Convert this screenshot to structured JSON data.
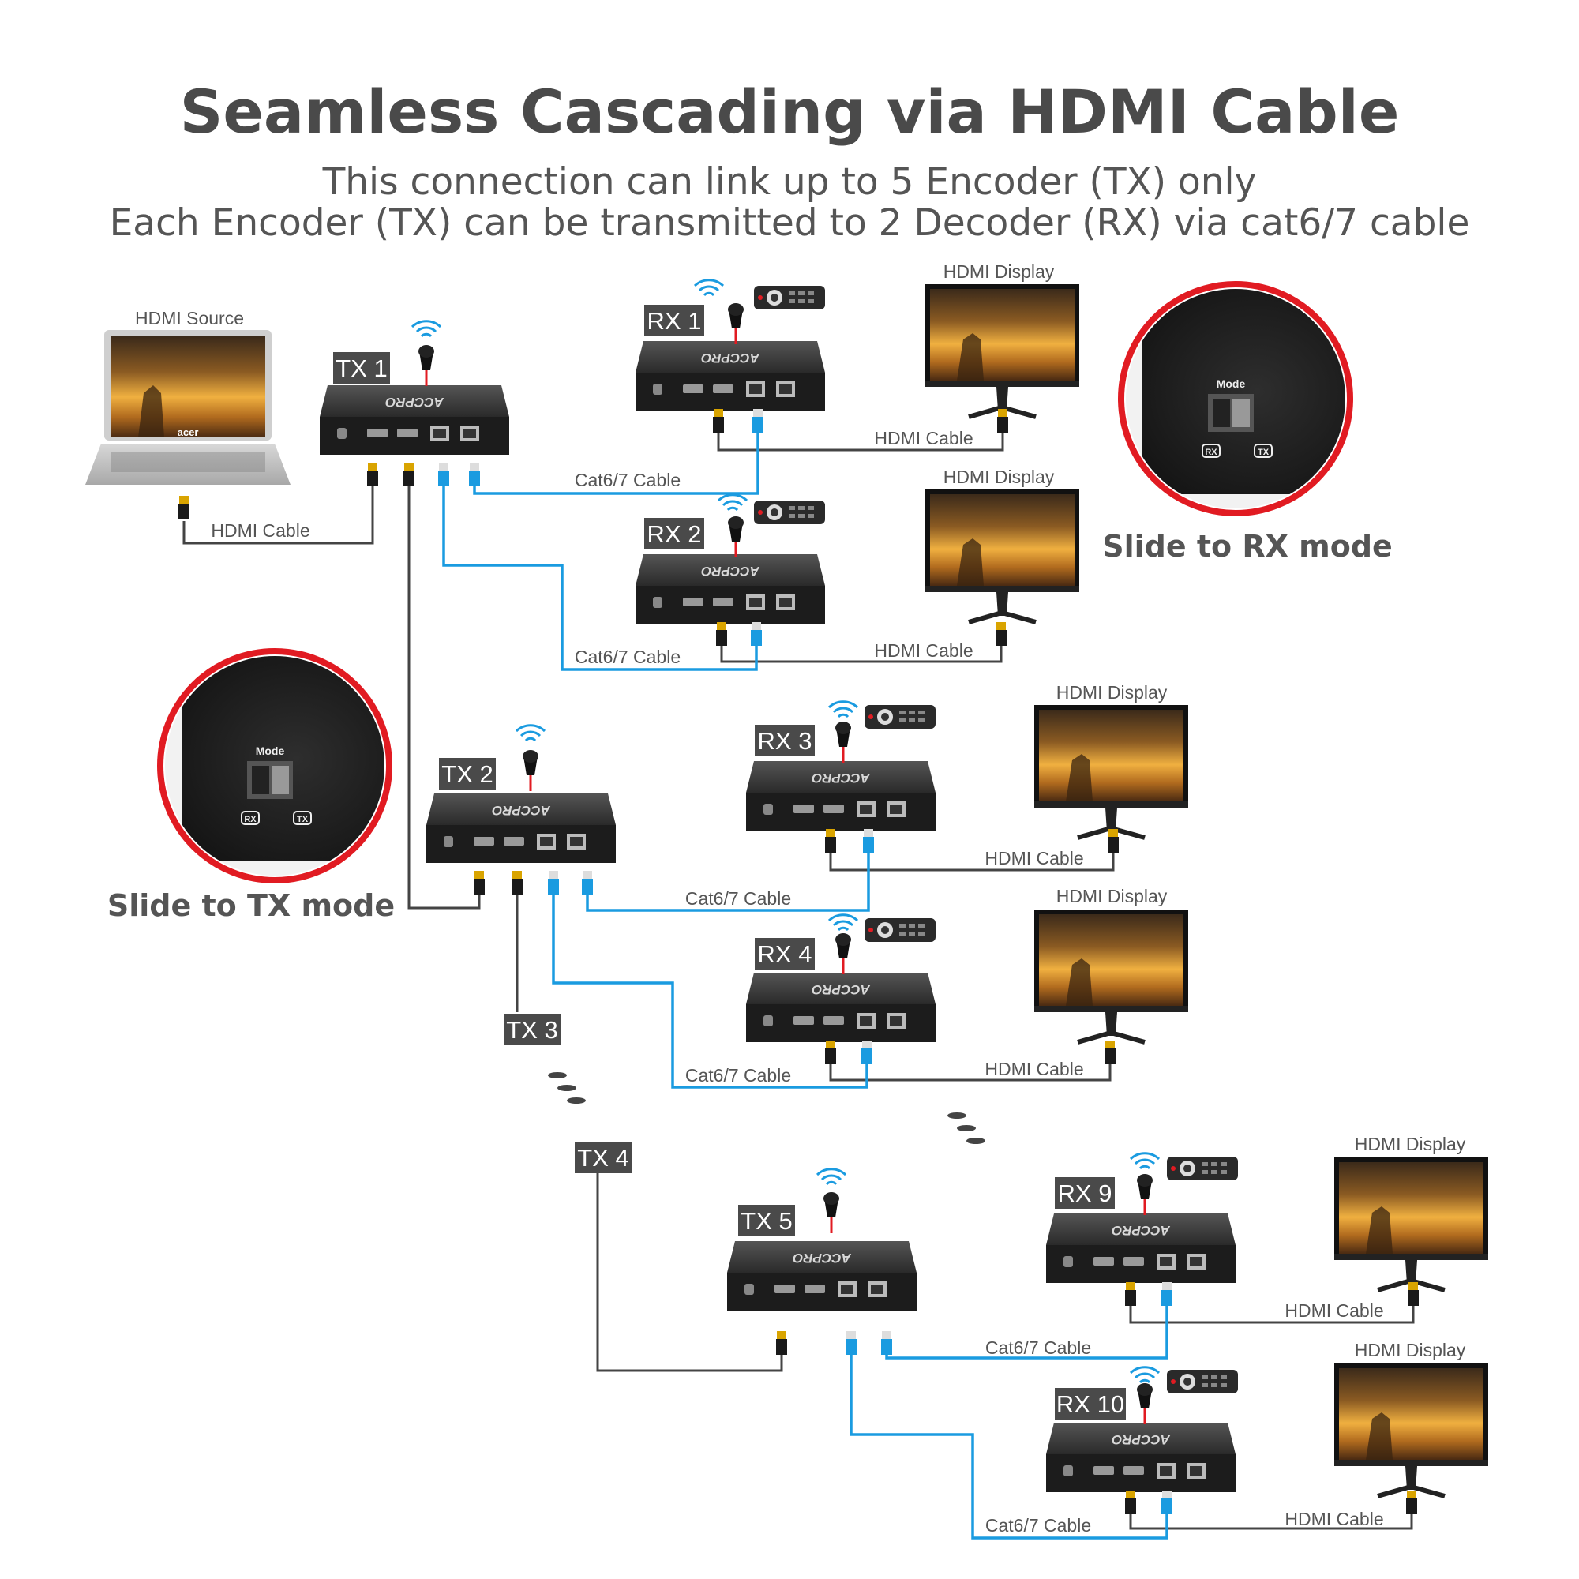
{
  "title": "Seamless Cascading via HDMI Cable",
  "subtitle_lines": [
    "This connection can link up to 5 Encoder (TX) only",
    "Each Encoder (TX) can be transmitted to 2 Decoder (RX) via cat6/7 cable"
  ],
  "brand_text": "ACCPRO",
  "source_label": "HDMI Source",
  "laptop_logo": "acer",
  "display_label": "HDMI Display",
  "hdmi_cable_label": "HDMI Cable",
  "cat_cable_label": "Cat6/7 Cable",
  "tx_units": [
    "TX 1",
    "TX 2",
    "TX 5"
  ],
  "tx_tags": [
    "TX 3",
    "TX 4"
  ],
  "rx_units": [
    "RX 1",
    "RX 2",
    "RX 3",
    "RX 4",
    "RX 9",
    "RX 10"
  ],
  "mode_panels": [
    {
      "switch_label": "Mode",
      "rx_label": "RX",
      "tx_label": "TX",
      "caption": "Slide to RX mode"
    },
    {
      "switch_label": "Mode",
      "rx_label": "RX",
      "tx_label": "TX",
      "caption": "Slide to TX mode"
    }
  ],
  "colors": {
    "cat_cable": "#1a9be0",
    "hdmi_cable": "#444444",
    "highlight_ring": "#e11b22",
    "tag_background": "#4a4a4a",
    "device_body": "#222222"
  },
  "icons": [
    "wifi-icon",
    "remote-control-icon",
    "ir-receiver-icon",
    "hdmi-plug-icon",
    "rj45-plug-icon"
  ]
}
